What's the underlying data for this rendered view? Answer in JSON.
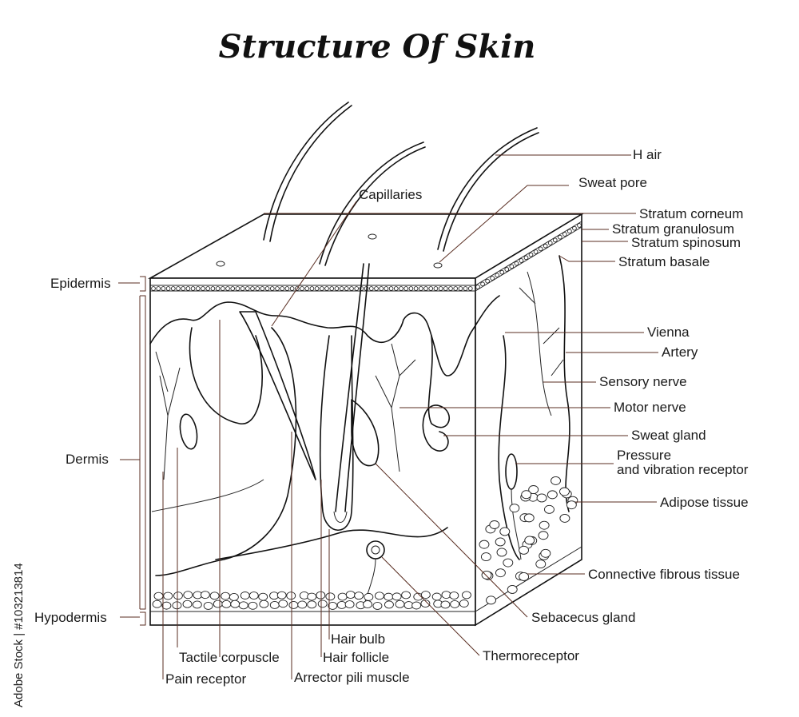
{
  "title": "Structure Of Skin",
  "watermark": "Adobe Stock | #103213814",
  "layers": {
    "epidermis": "Epidermis",
    "dermis": "Dermis",
    "hypodermis": "Hypodermis"
  },
  "right_labels": {
    "hair": "H air",
    "sweat_pore": "Sweat pore",
    "stratum_corneum": "Stratum corneum",
    "stratum_granulosum": "Stratum granulosum",
    "stratum_spinosum": "Stratum spinosum",
    "stratum_basale": "Stratum basale",
    "vienna": "Vienna",
    "artery": "Artery",
    "sensory_nerve": "Sensory nerve",
    "motor_nerve": "Motor nerve",
    "sweat_gland": "Sweat gland",
    "pressure_line1": "Pressure",
    "pressure_line2": "and vibration receptor",
    "adipose": "Adipose tissue",
    "connective": "Connective fibrous tissue",
    "sebaceous": "Sebacecus gland",
    "thermoreceptor": "Thermoreceptor"
  },
  "top_labels": {
    "capillaries": "Capillaries"
  },
  "bottom_labels": {
    "hair_bulb": "Hair bulb",
    "hair_follicle": "Hair follicle",
    "tactile": "Tactile corpuscle",
    "pain": "Pain receptor",
    "arrector": "Arrector pili muscle"
  }
}
